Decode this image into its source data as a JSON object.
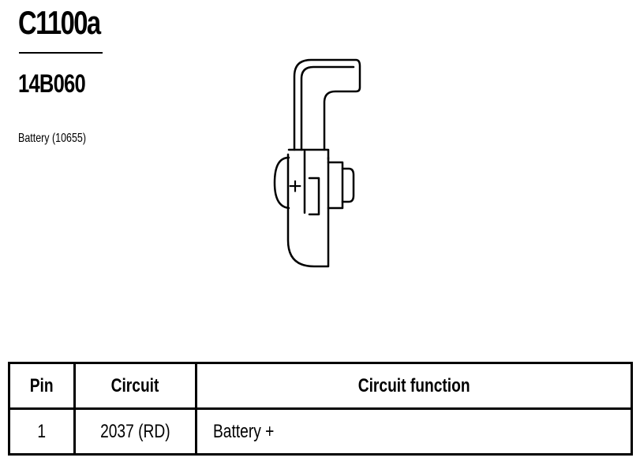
{
  "header": {
    "connector_id": "C1100a",
    "part_number": "14B060",
    "description": "Battery (10655)"
  },
  "drawing": {
    "icon": "battery-terminal-connector-icon",
    "terminal_symbol": "+"
  },
  "pin_table": {
    "columns": [
      "Pin",
      "Circuit",
      "Circuit function"
    ],
    "rows": [
      {
        "pin": "1",
        "circuit": "2037 (RD)",
        "function": "Battery +"
      }
    ]
  }
}
